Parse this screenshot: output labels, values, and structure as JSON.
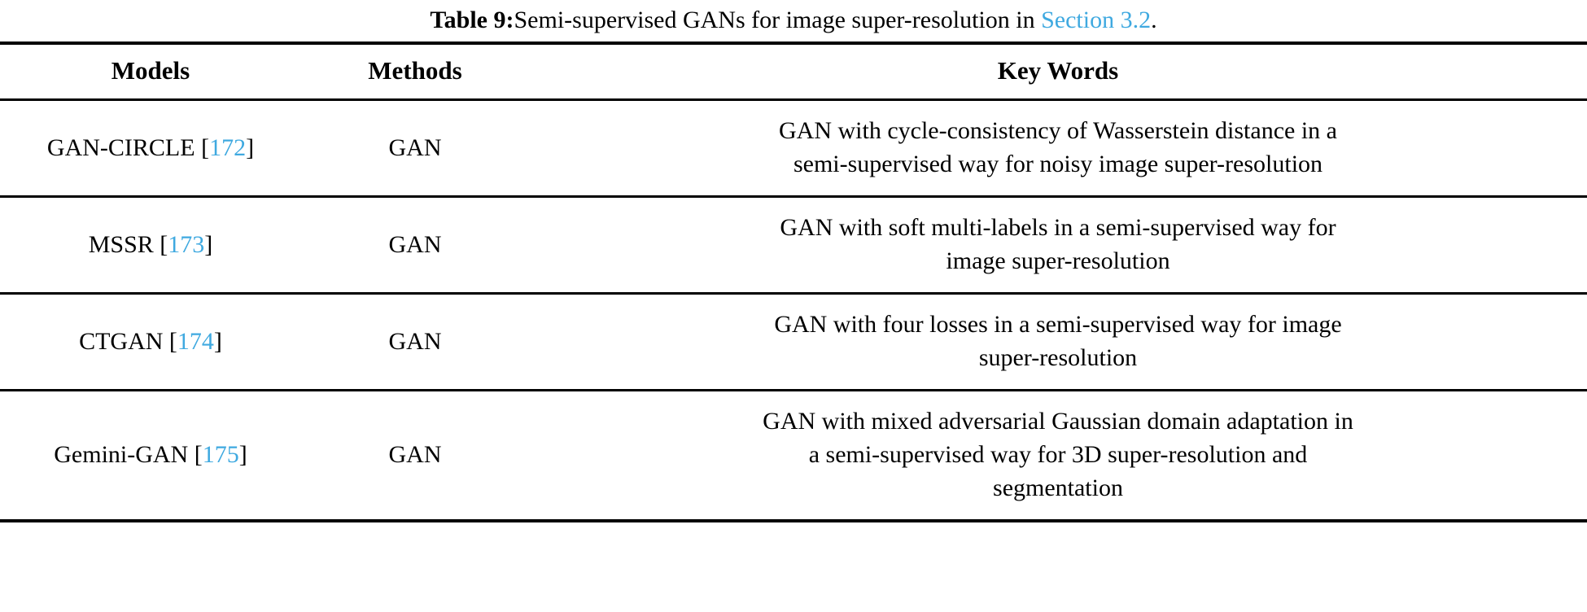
{
  "caption": {
    "label": "Table 9:",
    "text_before": "Semi-supervised GANs for image super-resolution in ",
    "link": "Section 3.2",
    "text_after": "."
  },
  "colors": {
    "link": "#3fa9e0",
    "rule": "#000000",
    "text": "#000000",
    "background": "#ffffff"
  },
  "table": {
    "headers": [
      "Models",
      "Methods",
      "Key Words"
    ],
    "rows": [
      {
        "model_name": "GAN-CIRCLE",
        "model_ref_open": " [",
        "model_ref": "172",
        "model_ref_close": "]",
        "method": "GAN",
        "keywords_lines": [
          "GAN with cycle-consistency of Wasserstein distance in a",
          "semi-supervised way for noisy image super-resolution"
        ]
      },
      {
        "model_name": "MSSR",
        "model_ref_open": " [",
        "model_ref": "173",
        "model_ref_close": "]",
        "method": "GAN",
        "keywords_lines": [
          "GAN with soft multi-labels in a semi-supervised way for",
          "image super-resolution"
        ]
      },
      {
        "model_name": "CTGAN",
        "model_ref_open": " [",
        "model_ref": "174",
        "model_ref_close": "]",
        "method": "GAN",
        "keywords_lines": [
          "GAN with four losses in a semi-supervised way for image",
          "super-resolution"
        ]
      },
      {
        "model_name": "Gemini-GAN",
        "model_ref_open": " [",
        "model_ref": "175",
        "model_ref_close": "]",
        "method": "GAN",
        "keywords_lines": [
          "GAN with mixed adversarial Gaussian domain adaptation in",
          "a semi-supervised way for 3D super-resolution and",
          "segmentation"
        ]
      }
    ]
  }
}
